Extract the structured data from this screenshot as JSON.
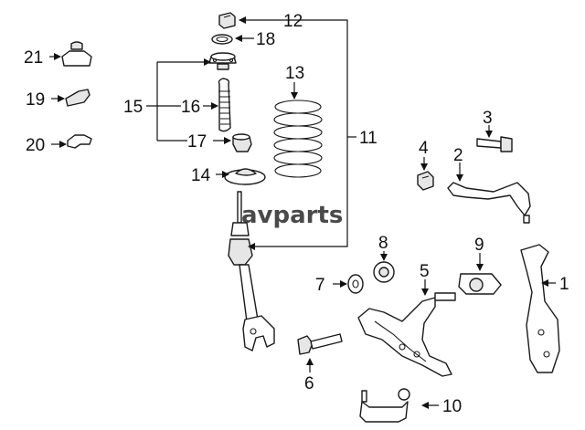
{
  "diagram": {
    "callouts": [
      "1",
      "2",
      "3",
      "4",
      "5",
      "6",
      "7",
      "8",
      "9",
      "10",
      "11",
      "12",
      "13",
      "14",
      "15",
      "16",
      "17",
      "18",
      "19",
      "20",
      "21"
    ]
  },
  "watermark": {
    "text": "avparts"
  },
  "colors": {
    "line": "#1a1a1a",
    "background": "#ffffff"
  }
}
